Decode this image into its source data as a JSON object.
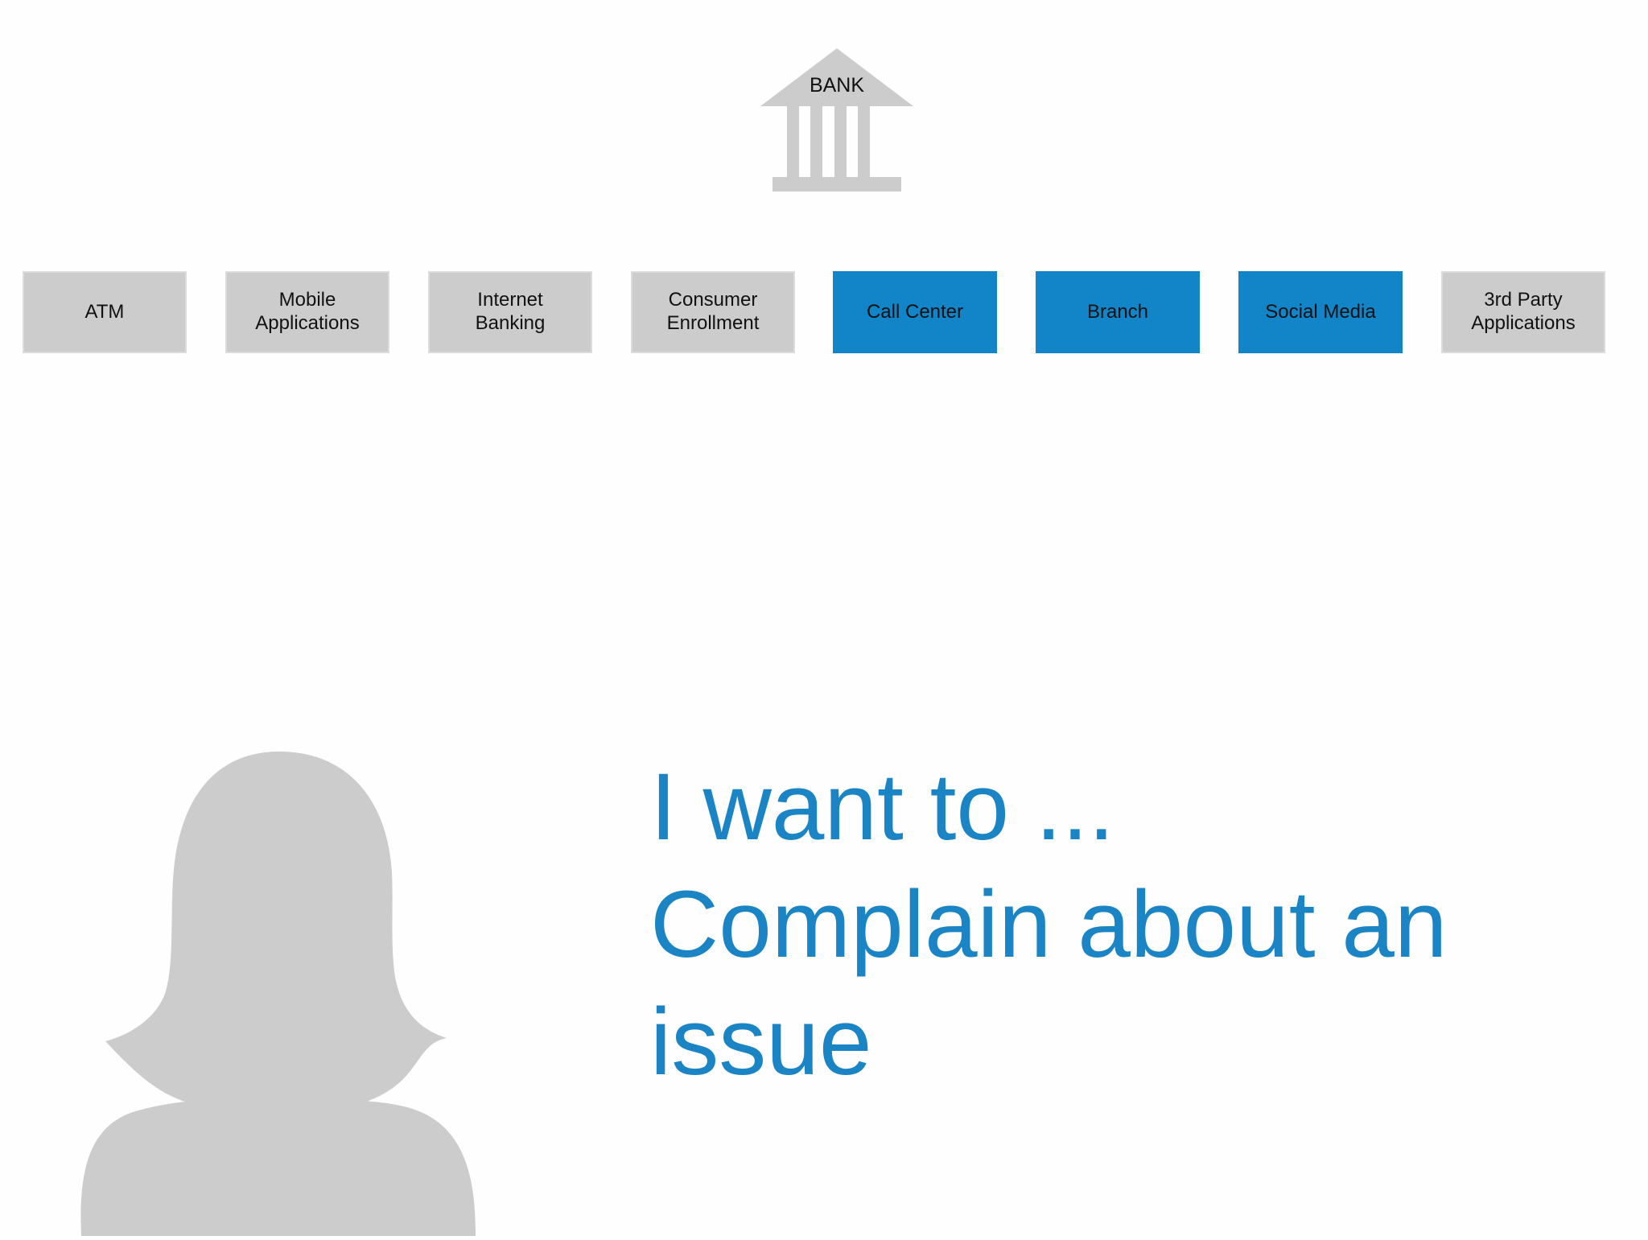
{
  "bank": {
    "label": "BANK"
  },
  "channels": [
    {
      "label": "ATM",
      "active": false
    },
    {
      "label": "Mobile\nApplications",
      "active": false
    },
    {
      "label": "Internet\nBanking",
      "active": false
    },
    {
      "label": "Consumer\nEnrollment",
      "active": false
    },
    {
      "label": "Call Center",
      "active": true
    },
    {
      "label": "Branch",
      "active": true
    },
    {
      "label": "Social Media",
      "active": true
    },
    {
      "label": "3rd Party\nApplications",
      "active": false
    }
  ],
  "headline": {
    "lines": [
      "I want to ...",
      "Complain about an",
      "issue"
    ]
  },
  "colors": {
    "inactive_box": "#cccccc",
    "active_box": "#1285c8",
    "headline_text": "#1a84c4",
    "icon_gray": "#cccccc"
  }
}
